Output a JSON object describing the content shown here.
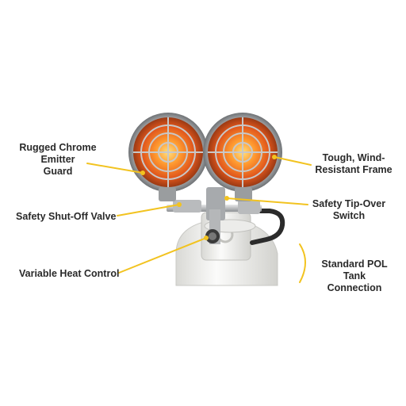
{
  "labels": {
    "emitter_guard": "Rugged Chrome Emitter\nGuard",
    "shutoff_valve": "Safety Shut-Off Valve",
    "heat_control": "Variable Heat Control",
    "frame": "Tough, Wind-\nResistant Frame",
    "tipover_switch": "Safety Tip-Over\nSwitch",
    "pol_connection": "Standard POL Tank\nConnection"
  },
  "colors": {
    "callout": "#f2c320",
    "tank": "#f7f7f5",
    "tank_shade": "#dcdcd8",
    "chrome": "#c9cbcd",
    "chrome_dark": "#8a8d90",
    "glow_inner": "#ff8a2a",
    "glow_outer": "#d8451a",
    "hose": "#2b2b2b",
    "text": "#2a2a2a"
  },
  "icons": [
    "heater-illustration",
    "callout-dot"
  ]
}
